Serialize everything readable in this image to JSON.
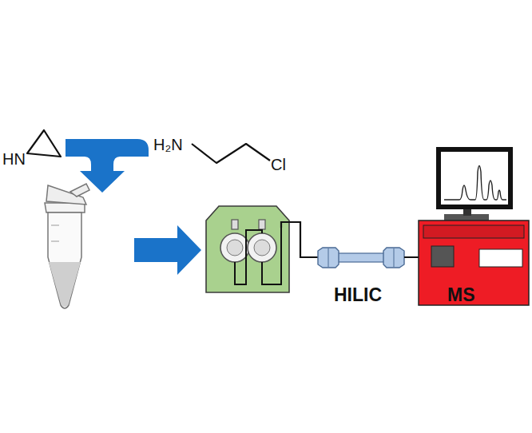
{
  "diagram": {
    "labels": [
      "HN",
      "H₂N",
      "Cl",
      "HILIC",
      "MS"
    ]
  }
}
